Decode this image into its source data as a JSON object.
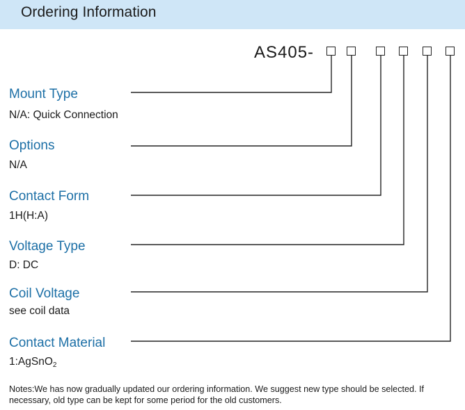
{
  "header": {
    "title": "Ordering Information"
  },
  "part": {
    "prefix": "AS405-"
  },
  "fields": [
    {
      "label": "Mount Type",
      "value": "N/A: Quick Connection"
    },
    {
      "label": "Options",
      "value": "N/A"
    },
    {
      "label": "Contact Form",
      "value": "1H(H:A)"
    },
    {
      "label": "Voltage Type",
      "value": "D: DC"
    },
    {
      "label": "Coil Voltage",
      "value": "see coil data"
    },
    {
      "label": "Contact Material",
      "value_main": "1:AgSnO",
      "value_sub": "2"
    }
  ],
  "notes": "Notes:We has now gradually updated our ordering information. We suggest new type should be selected. If necessary, old type can be kept for some period for the old customers.",
  "colors": {
    "header_bg": "#cfe6f7",
    "label": "#1c6fa6",
    "text": "#1a1a1a",
    "lines": "#222222"
  }
}
